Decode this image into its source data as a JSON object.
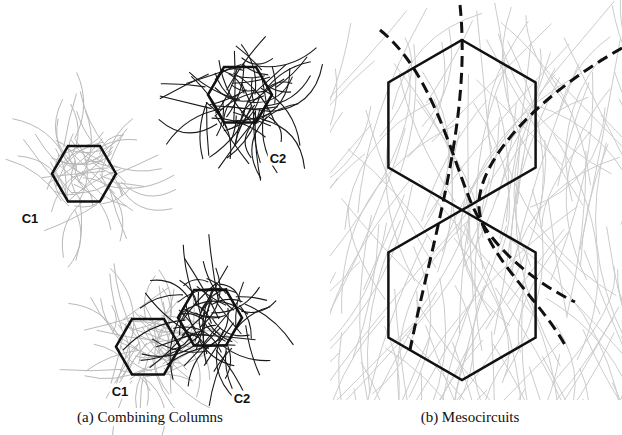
{
  "diagram": {
    "nodes": [
      {
        "text": [
          "C1"
        ]
      },
      {
        "text": [
          "C2"
        ]
      },
      {
        "text": [
          "C1"
        ]
      },
      {
        "text": [
          "C2"
        ]
      }
    ],
    "labels": [
      "(a) Combining Columns",
      "(b) Mesocircuits"
    ]
  }
}
